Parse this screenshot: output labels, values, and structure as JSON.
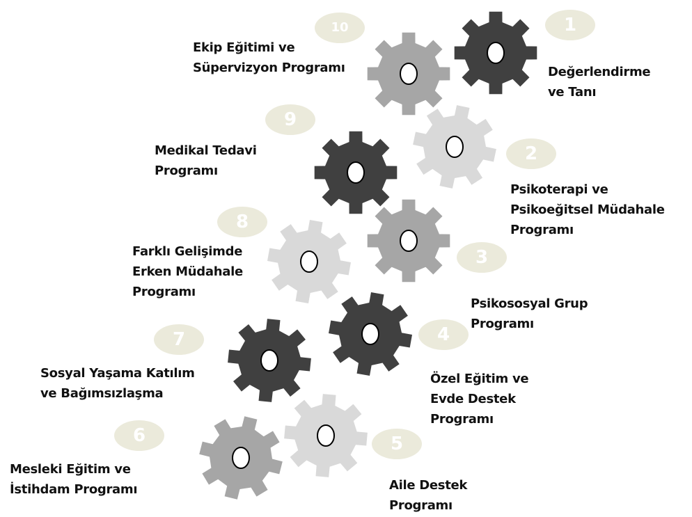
{
  "colors": {
    "gear_dark": "#404040",
    "gear_mid": "#a6a6a6",
    "gear_light": "#d9d9d9",
    "badge": "#ebeadb",
    "hole_fill": "#ffffff",
    "text": "#111111"
  },
  "steps": [
    {
      "number": "1",
      "lines": [
        "Değerlendirme",
        "ve Tanı"
      ],
      "gear_color": "dark"
    },
    {
      "number": "2",
      "lines": [
        "Psikoterapi ve",
        "Psikoeğitsel Müdahale",
        "Programı"
      ],
      "gear_color": "light"
    },
    {
      "number": "3",
      "lines": [
        "Psikososyal Grup",
        "Programı"
      ],
      "gear_color": "mid"
    },
    {
      "number": "4",
      "lines": [
        "Özel Eğitim ve",
        "Evde Destek",
        "Programı"
      ],
      "gear_color": "dark"
    },
    {
      "number": "5",
      "lines": [
        "Aile Destek",
        "Programı"
      ],
      "gear_color": "light"
    },
    {
      "number": "6",
      "lines": [
        "Mesleki Eğitim ve",
        "İstihdam Programı"
      ],
      "gear_color": "mid"
    },
    {
      "number": "7",
      "lines": [
        "Sosyal Yaşama Katılım",
        "ve Bağımsızlaşma"
      ],
      "gear_color": "dark"
    },
    {
      "number": "8",
      "lines": [
        "Farklı Gelişimde",
        "Erken Müdahale",
        "Programı"
      ],
      "gear_color": "light"
    },
    {
      "number": "9",
      "lines": [
        "Medikal Tedavi",
        "Programı"
      ],
      "gear_color": "dark"
    },
    {
      "number": "10",
      "lines": [
        "Ekip Eğitimi ve",
        "Süpervizyon Programı"
      ],
      "gear_color": "mid"
    }
  ]
}
